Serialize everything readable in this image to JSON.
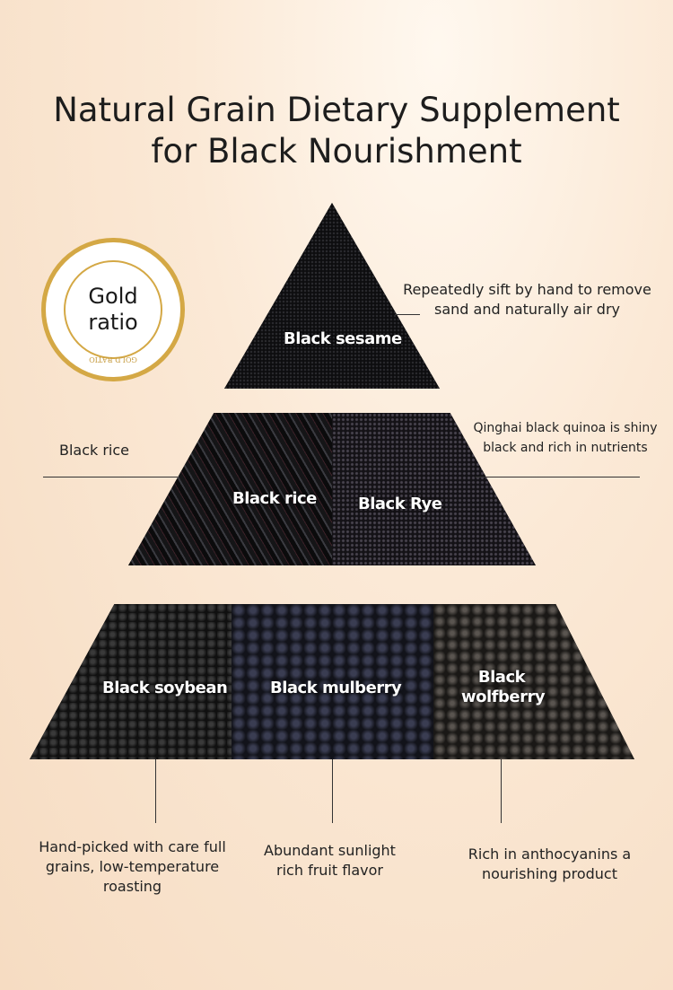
{
  "title": {
    "line1": "Natural Grain Dietary Supplement",
    "line2": "for Black Nourishment"
  },
  "badge": {
    "line1": "Gold",
    "line2": "ratio",
    "ring_text": "GOLD RATIO",
    "color": "#d4a845"
  },
  "pyramid": {
    "top": {
      "label": "Black sesame"
    },
    "middle": [
      {
        "label": "Black rice"
      },
      {
        "label": "Black Rye"
      }
    ],
    "bottom": [
      {
        "label": "Black soybean"
      },
      {
        "label": "Black mulberry"
      },
      {
        "label": "Black wolfberry"
      }
    ]
  },
  "notes": {
    "sesame": "Repeatedly sift by hand to remove sand and naturally air dry",
    "rice": "Black rice",
    "quinoa": "Qinghai black quinoa is  shiny black and rich in nutrients",
    "soybean": "Hand-picked with care full grains,  low-temperature roasting",
    "mulberry": "Abundant sunlight rich fruit flavor",
    "wolfberry": "Rich in anthocyanins a nourishing product"
  }
}
